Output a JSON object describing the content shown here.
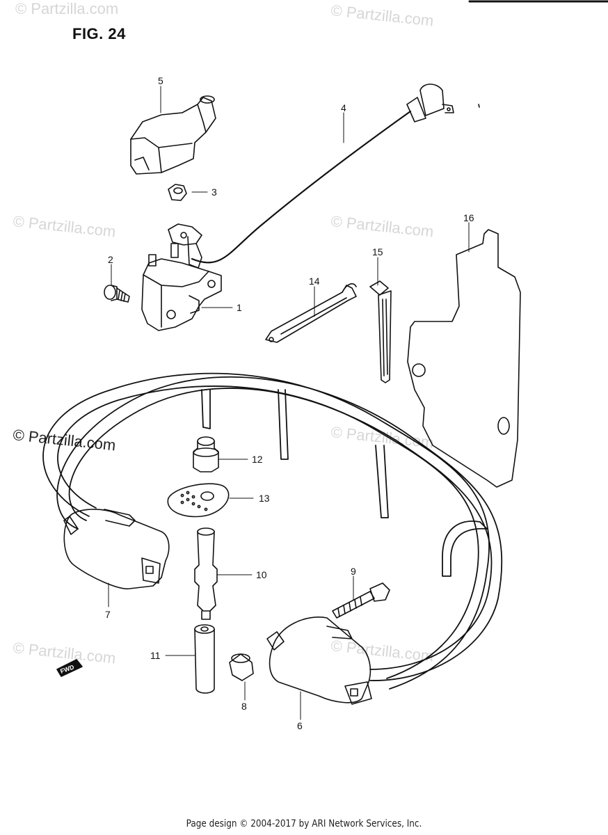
{
  "figure": {
    "title": "FIG. 24"
  },
  "callouts": [
    "1",
    "2",
    "3",
    "4",
    "5",
    "6",
    "7",
    "8",
    "9",
    "10",
    "11",
    "12",
    "13",
    "14",
    "15",
    "16"
  ],
  "fwd_label": "FWD",
  "watermark": {
    "text": "© Partzilla.com"
  },
  "footer": {
    "text": "Page design © 2004-2017 by ARI Network Services, Inc."
  }
}
